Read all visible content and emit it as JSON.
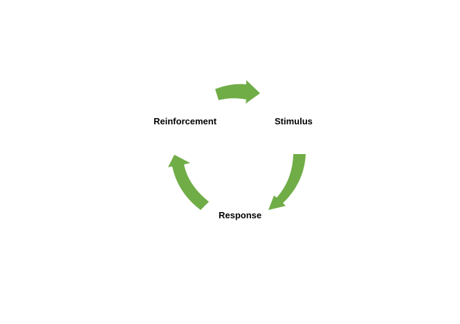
{
  "diagram": {
    "type": "cycle",
    "arrow_color": "#70AD47",
    "text_color": "#000000",
    "background": "#FFFFFF",
    "nodes": [
      {
        "id": "stimulus",
        "label": "Stimulus"
      },
      {
        "id": "response",
        "label": "Response"
      },
      {
        "id": "reinforcement",
        "label": "Reinforcement"
      }
    ],
    "edges": [
      {
        "from": "stimulus",
        "to": "response",
        "icon": "curved-arrow"
      },
      {
        "from": "response",
        "to": "reinforcement",
        "icon": "curved-arrow"
      },
      {
        "from": "reinforcement",
        "to": "stimulus",
        "icon": "curved-arrow"
      }
    ]
  }
}
